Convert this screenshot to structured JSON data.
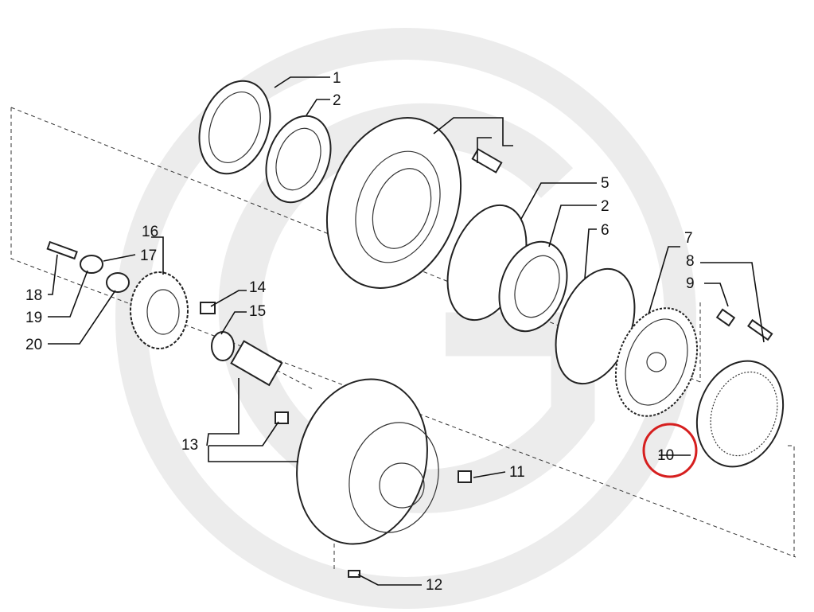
{
  "diagram": {
    "watermark_color": "#ececec",
    "highlight_color": "#d61f1f",
    "highlighted_label": "10",
    "labels": [
      {
        "id": "l1",
        "text": "1"
      },
      {
        "id": "l2a",
        "text": "2"
      },
      {
        "id": "l5",
        "text": "5"
      },
      {
        "id": "l2b",
        "text": "2"
      },
      {
        "id": "l6",
        "text": "6"
      },
      {
        "id": "l7",
        "text": "7"
      },
      {
        "id": "l8",
        "text": "8"
      },
      {
        "id": "l9",
        "text": "9"
      },
      {
        "id": "l10",
        "text": "10"
      },
      {
        "id": "l11",
        "text": "11"
      },
      {
        "id": "l12",
        "text": "12"
      },
      {
        "id": "l13",
        "text": "13"
      },
      {
        "id": "l14",
        "text": "14"
      },
      {
        "id": "l15",
        "text": "15"
      },
      {
        "id": "l16",
        "text": "16"
      },
      {
        "id": "l17",
        "text": "17"
      },
      {
        "id": "l18",
        "text": "18"
      },
      {
        "id": "l19",
        "text": "19"
      },
      {
        "id": "l20",
        "text": "20"
      }
    ]
  }
}
